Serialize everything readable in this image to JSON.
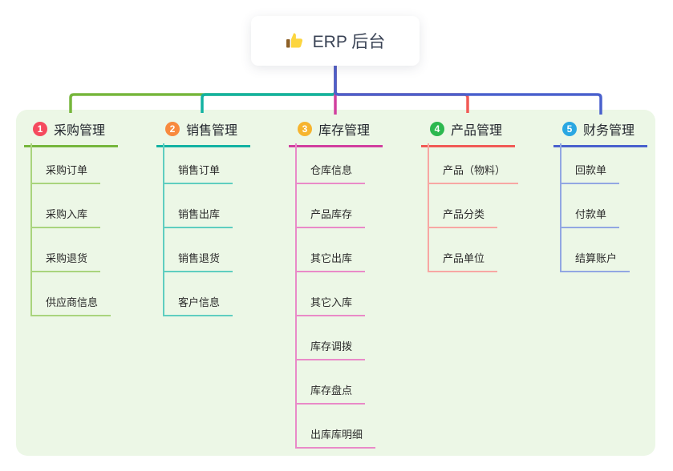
{
  "root": {
    "label": "ERP 后台",
    "icon": "thumbs-up"
  },
  "branches": [
    {
      "index": "1",
      "label": "采购管理",
      "color": "#76b63c",
      "light_color": "#a9d47d",
      "badge_color": "#f54a5e",
      "children": [
        "采购订单",
        "采购入库",
        "采购退货",
        "供应商信息"
      ]
    },
    {
      "index": "2",
      "label": "销售管理",
      "color": "#12b2a2",
      "light_color": "#5fcec0",
      "badge_color": "#f88a3e",
      "children": [
        "销售订单",
        "销售出库",
        "销售退货",
        "客户信息"
      ]
    },
    {
      "index": "3",
      "label": "库存管理",
      "color": "#d13f9f",
      "light_color": "#e98ac8",
      "badge_color": "#f6b42e",
      "children": [
        "仓库信息",
        "产品库存",
        "其它出库",
        "其它入库",
        "库存调拨",
        "库存盘点",
        "出库库明细"
      ]
    },
    {
      "index": "4",
      "label": "产品管理",
      "color": "#f15a56",
      "light_color": "#f8a7a3",
      "badge_color": "#2cb84f",
      "children": [
        "产品（物料）",
        "产品分类",
        "产品单位"
      ]
    },
    {
      "index": "5",
      "label": "财务管理",
      "color": "#4a61cd",
      "light_color": "#92a7e2",
      "badge_color": "#2aa7e2",
      "children": [
        "回款单",
        "付款单",
        "结算账户"
      ]
    }
  ],
  "colors": {
    "background": "#ffffff",
    "panel": "#ecf7e6",
    "root_connector": "#4a61cd",
    "root_text": "#3b4456"
  }
}
